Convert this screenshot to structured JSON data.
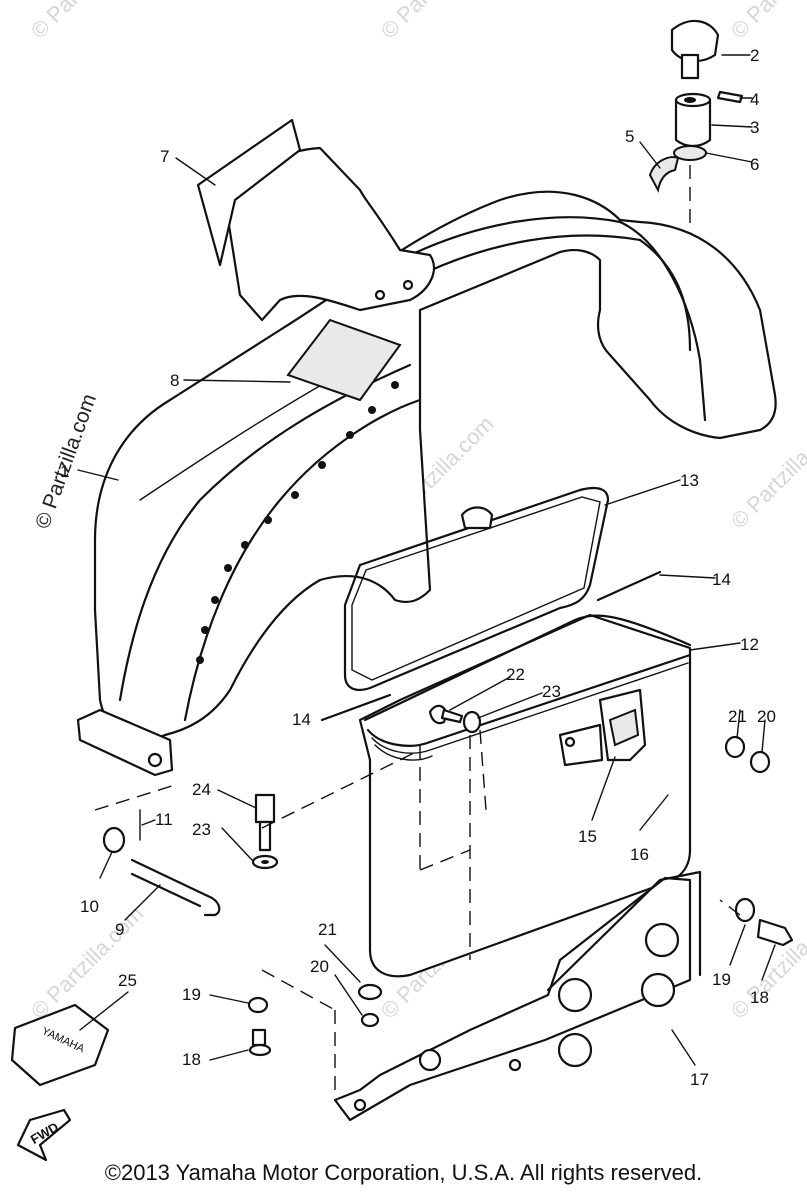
{
  "watermark": "© Partzilla.com",
  "copyright": "©2013 Yamaha Motor Corporation, U.S.A. All rights reserved.",
  "direction_label": "FWD",
  "part_tag_text": "YAMAHA",
  "callouts": [
    "1",
    "2",
    "3",
    "4",
    "5",
    "6",
    "7",
    "8",
    "9",
    "10",
    "11",
    "12",
    "13",
    "14",
    "14",
    "15",
    "16",
    "17",
    "18",
    "18",
    "19",
    "19",
    "20",
    "20",
    "21",
    "21",
    "22",
    "23",
    "23",
    "24",
    "25"
  ]
}
